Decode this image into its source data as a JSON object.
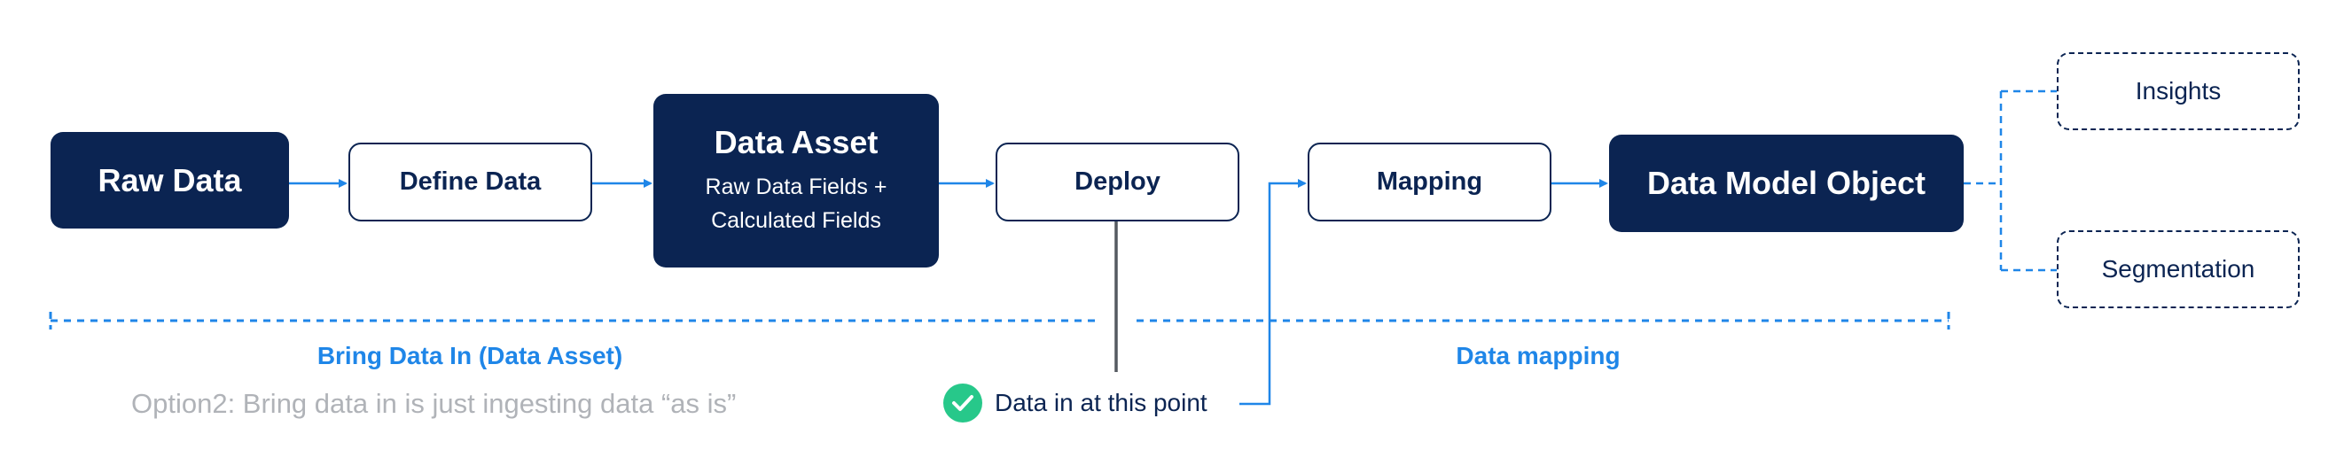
{
  "nodes": {
    "raw_data": {
      "label": "Raw Data"
    },
    "define_data": {
      "label": "Define Data"
    },
    "data_asset": {
      "label": "Data Asset",
      "sub_line1": "Raw Data Fields +",
      "sub_line2": "Calculated Fields"
    },
    "deploy": {
      "label": "Deploy"
    },
    "mapping": {
      "label": "Mapping"
    },
    "data_model_object": {
      "label": "Data Model Object"
    },
    "insights": {
      "label": "Insights"
    },
    "segmentation": {
      "label": "Segmentation"
    }
  },
  "phases": {
    "bring_data_in": {
      "label": "Bring Data In (Data Asset)"
    },
    "data_mapping": {
      "label": "Data mapping"
    }
  },
  "notes": {
    "option2": "Option2: Bring data in is just ingesting data “as is”",
    "checkpoint": "Data in at this point"
  },
  "colors": {
    "dark_navy": "#0b2452",
    "accent_blue": "#1f86e8",
    "check_green": "#27c88a",
    "note_grey": "#b0b3b8"
  }
}
